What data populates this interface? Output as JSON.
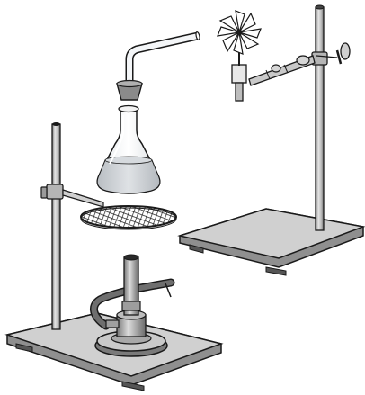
{
  "figure": {
    "components": [
      "stand-right",
      "pinwheel",
      "clamp-right",
      "delivery-tube",
      "rubber-stopper",
      "flask",
      "wire-gauze",
      "ring-clamp",
      "stand-left",
      "bunsen-burner",
      "gas-hose"
    ]
  },
  "colors": {
    "outline": "#1a1a1a",
    "base_top": "#d0d0d0",
    "base_side": "#8f8f8f",
    "rod": "#bdbdbd",
    "glass": "#f4f6f8",
    "liquid": "#c8ccd0",
    "stopper": "#8a8a8a",
    "burner": "#a8a8a8",
    "hose": "#6e6e6e",
    "gauze": "#2a2a2a"
  }
}
